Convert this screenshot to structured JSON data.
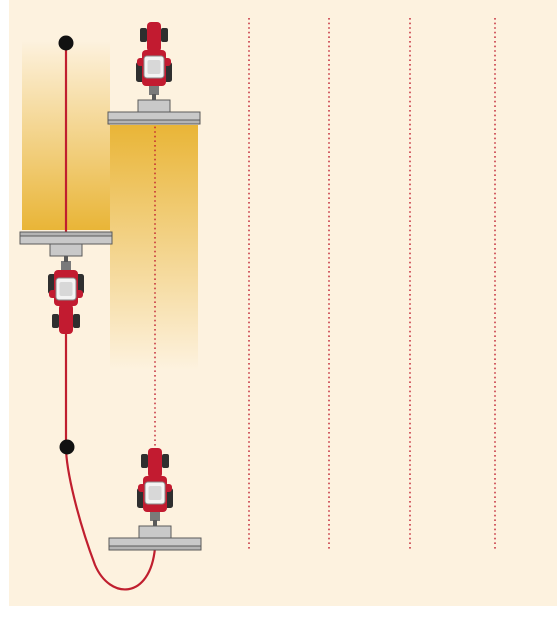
{
  "colors": {
    "field": "#fdf2df",
    "page": "#ffffff",
    "path": "#c01f2f",
    "waypoint": "#111111",
    "swath_strong": "#e9b537",
    "swath_light": "#fdf2df",
    "implement": "#c9c9c9",
    "implement_edge": "#5a5a5a",
    "tractor_body": "#c21b30",
    "tractor_dark": "#2f2f2f",
    "cab": "#f4f4f4",
    "cab_edge": "#8a8a8a"
  },
  "icons": {
    "tractor": "tractor-icon",
    "implement": "implement-icon",
    "waypoint": "waypoint-icon"
  },
  "guidance_lines": {
    "style": "dotted",
    "count": 5
  },
  "tractors": {
    "count": 3,
    "headings": [
      "forward",
      "reverse",
      "forward"
    ]
  },
  "waypoints": {
    "count": 2
  }
}
